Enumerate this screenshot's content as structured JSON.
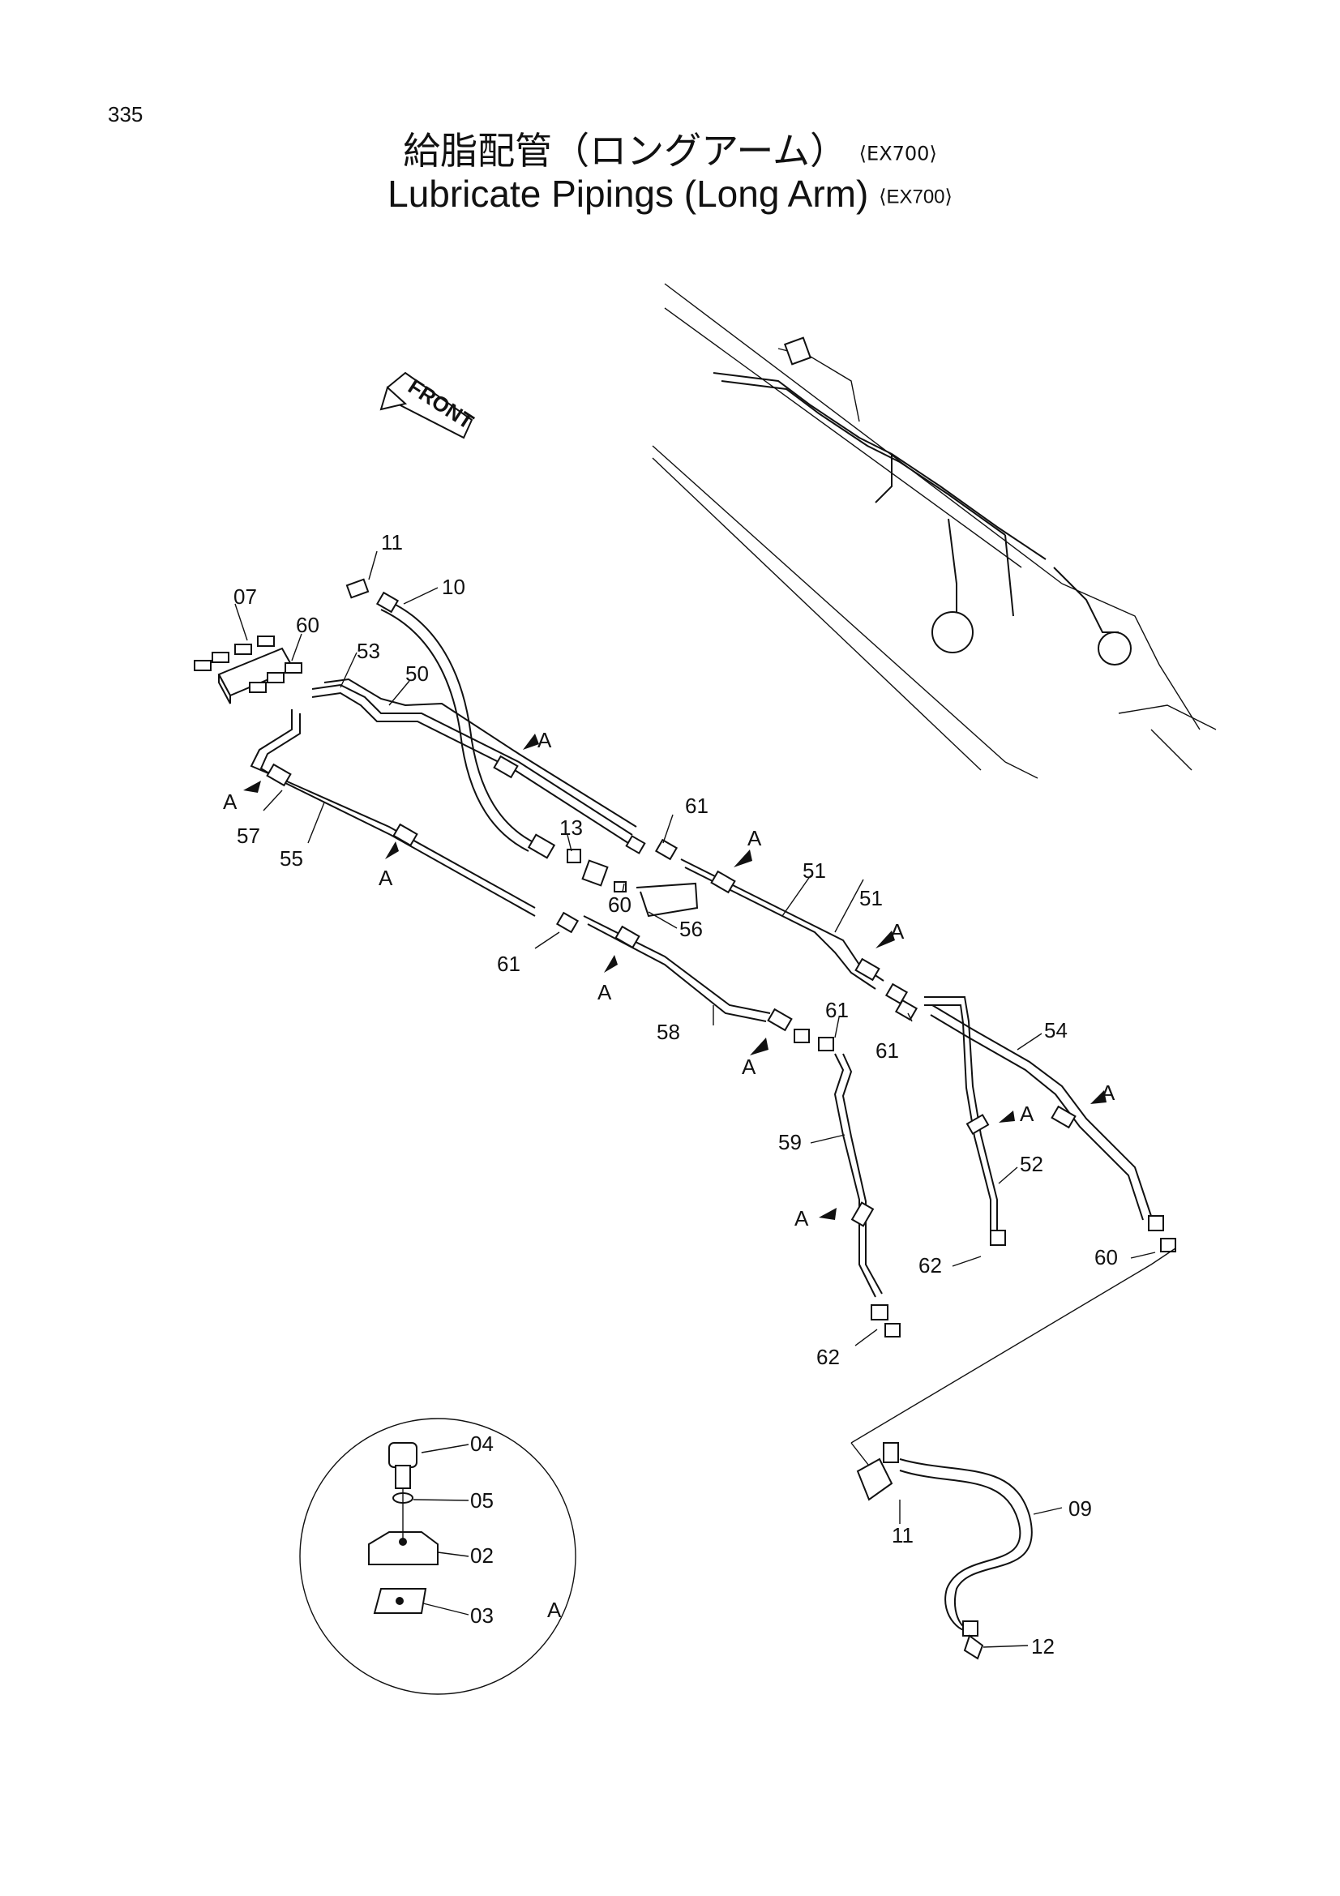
{
  "page_number": "335",
  "title_ja": "給脂配管（ロングアーム）",
  "title_en": "Lubricate Pipings (Long Arm)",
  "model": "⟨EX700⟩",
  "front_label": "FRONT",
  "callouts": {
    "p02": "02",
    "p03": "03",
    "p04": "04",
    "p05": "05",
    "p07": "07",
    "p09": "09",
    "p10": "10",
    "p11": "11",
    "p12": "12",
    "p13": "13",
    "p50": "50",
    "p51": "51",
    "p52": "52",
    "p53": "53",
    "p54": "54",
    "p55": "55",
    "p56": "56",
    "p57": "57",
    "p58": "58",
    "p59": "59",
    "p60": "60",
    "p61": "61",
    "p62": "62",
    "a": "A"
  }
}
